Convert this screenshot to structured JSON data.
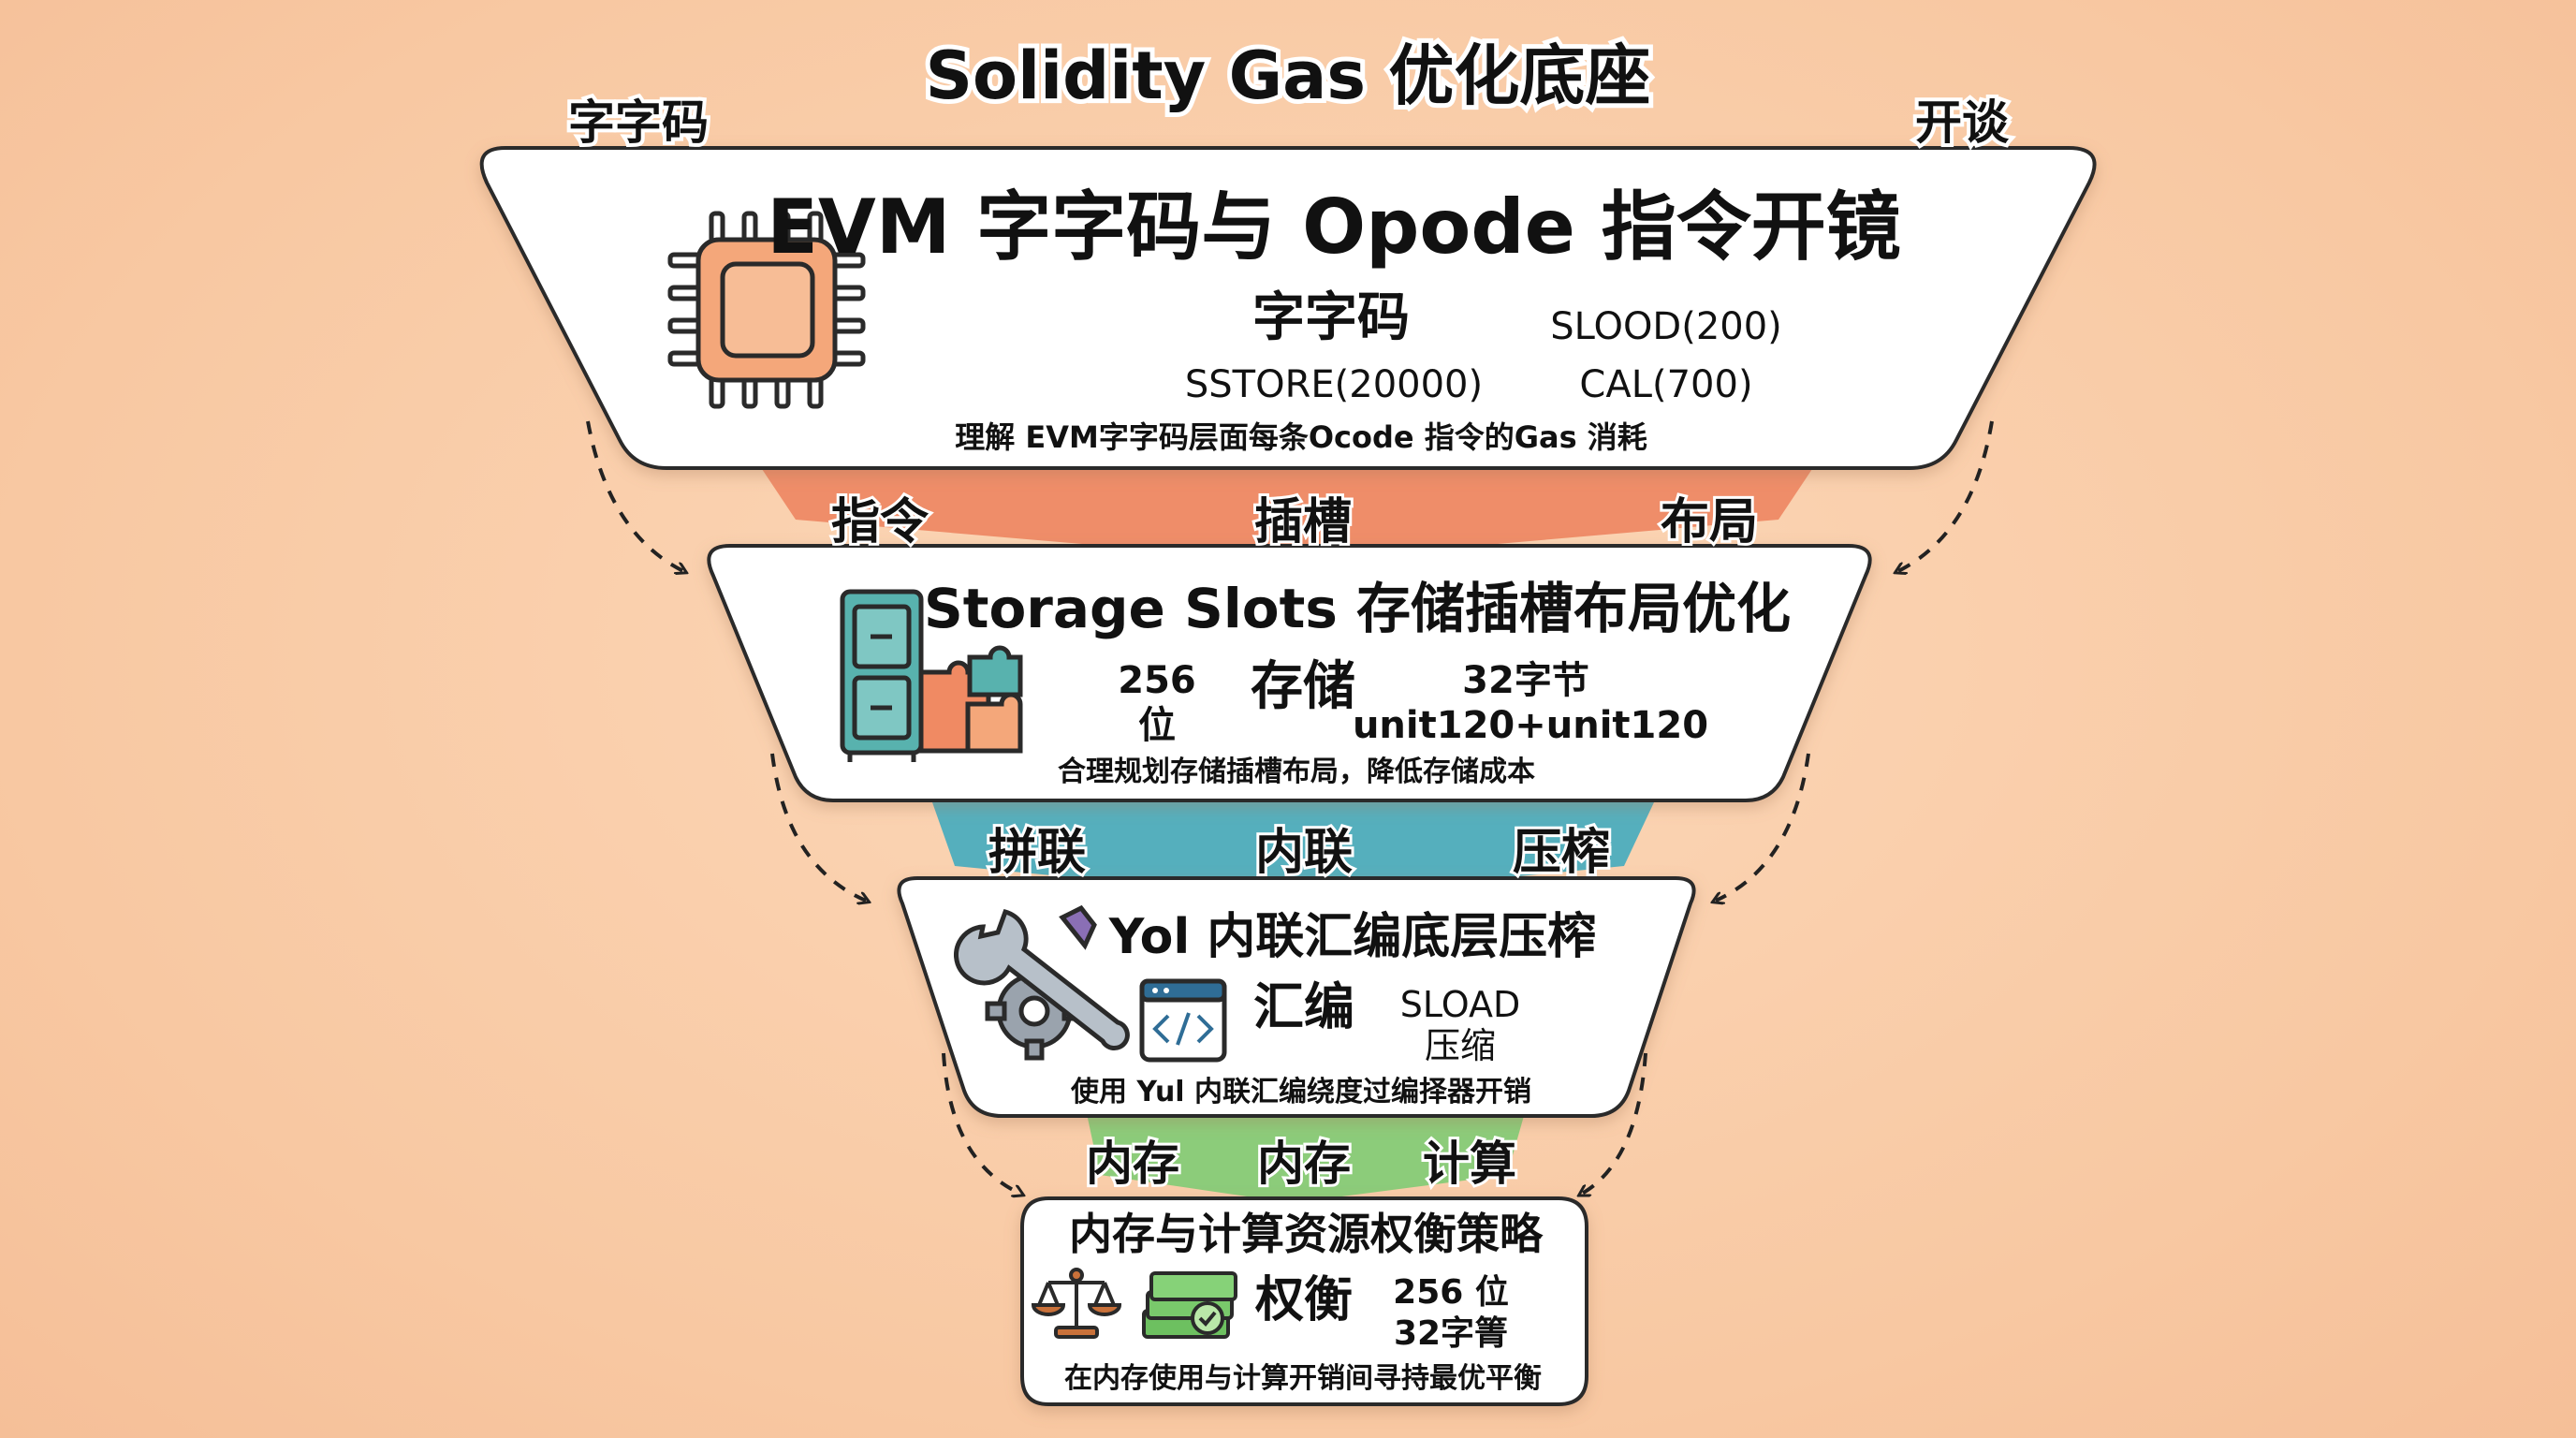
{
  "title": "Solidity Gas 优化底座",
  "corner_left": "字字码",
  "corner_right": "开谈",
  "tiers": [
    {
      "heading": "EVM 字字码与 Opode 指令开镜",
      "icon": "cpu-chip-icon",
      "center_label": "字字码",
      "items": [
        "SLOOD(200)",
        "SSTORE(20000)",
        "CAL(700)"
      ],
      "caption": "理解 EVM字字码层面每条Ocode 指令的Gas 消耗"
    },
    {
      "heading": "Storage Slots 存储插槽布局优化",
      "icon": "storage-cabinet-puzzle-icon",
      "center_label": "存储",
      "items": [
        "256",
        "位",
        "32字节",
        "unit120+unit120"
      ],
      "caption": "合理规划存储插槽布局，降低存储成本"
    },
    {
      "heading": "Yol 内联汇编底层压榨",
      "icon": "wrench-gear-icon",
      "code_icon": "code-window-icon",
      "center_label": "汇编",
      "items": [
        "SLOAD",
        "压缩"
      ],
      "caption": "使用 Yul 内联汇编绕度过编择器开销"
    },
    {
      "heading": "内存与计算资源权衡策略",
      "icon": "balance-scale-icon",
      "money_icon": "money-stack-icon",
      "center_label": "权衡",
      "items": [
        "256 位",
        "32字箐"
      ],
      "caption": "在内存使用与计算开销间寻持最优平衡"
    }
  ],
  "connectors": [
    {
      "labels": [
        "指令",
        "插槽",
        "布局"
      ],
      "color": "#ef8d69"
    },
    {
      "labels": [
        "拼联",
        "内联",
        "压榨"
      ],
      "color": "#55afbd"
    },
    {
      "labels": [
        "内存",
        "内存",
        "计算"
      ],
      "color": "#8ccc7a"
    }
  ],
  "colors": {
    "cpu_orange": "#f4a77a",
    "cabinet_teal": "#58b2ae",
    "code_blue": "#2f6d96",
    "scale_orange": "#c9713a",
    "money_green": "#6dc060"
  }
}
